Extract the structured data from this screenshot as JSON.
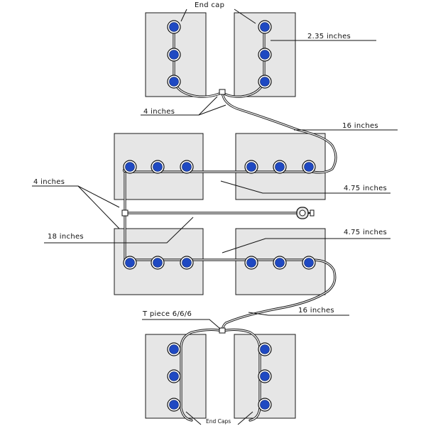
{
  "labels": {
    "end_cap_top": "End cap",
    "dim_2_35": "2.35 inches",
    "dim_4_top": "4 inches",
    "dim_16_top": "16 inches",
    "dim_4_mid": "4 inches",
    "dim_4_75_a": "4.75 inches",
    "dim_18": "18 inches",
    "dim_4_75_b": "4.75 inches",
    "t_piece": "T piece 6/6/6",
    "dim_16_bottom": "16 inches",
    "end_caps_bottom": "End Caps"
  },
  "colors": {
    "panel_fill": "#e6e6e6",
    "led_blue": "#1f49c2",
    "outline": "#111111"
  },
  "icons": [
    "led-icon",
    "plug-connector-icon"
  ]
}
